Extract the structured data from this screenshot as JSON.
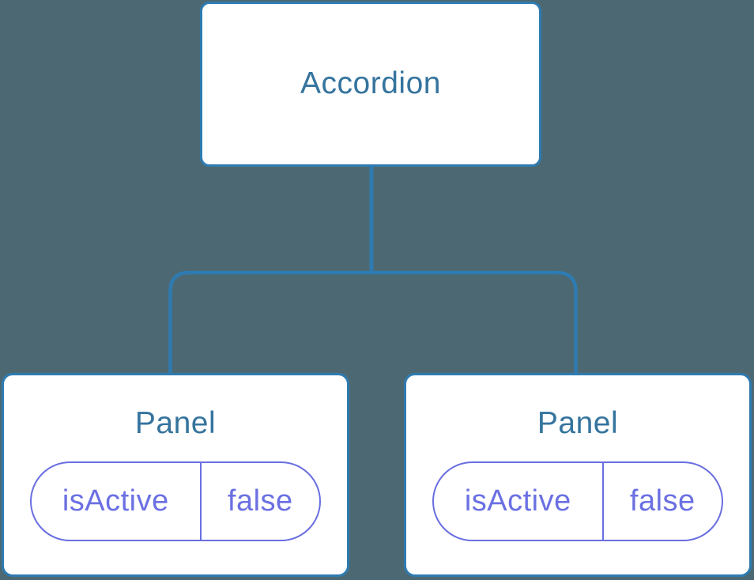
{
  "diagram": {
    "kind": "component-tree",
    "root": {
      "label": "Accordion"
    },
    "children": [
      {
        "label": "Panel",
        "state": {
          "key": "isActive",
          "value": "false"
        }
      },
      {
        "label": "Panel",
        "state": {
          "key": "isActive",
          "value": "false"
        }
      }
    ]
  },
  "colors": {
    "background": "#4c6973",
    "connector_line": "#2e7bb1",
    "node_border": "#2e7bb1",
    "node_fill": "#ffffff",
    "node_label_text": "#35749e",
    "state_pill_accent": "#6b70e2"
  }
}
